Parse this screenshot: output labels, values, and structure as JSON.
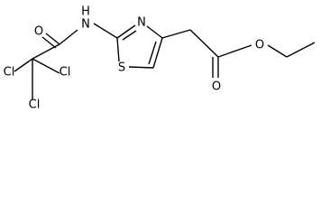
{
  "atoms": {
    "O_amide": "O",
    "N_amide": "N",
    "H_amide": "H",
    "N_ring": "N",
    "S_ring": "S",
    "O_carbonyl": "O",
    "O_ester": "O",
    "Cl_1": "Cl",
    "Cl_2": "Cl",
    "Cl_3": "Cl"
  }
}
